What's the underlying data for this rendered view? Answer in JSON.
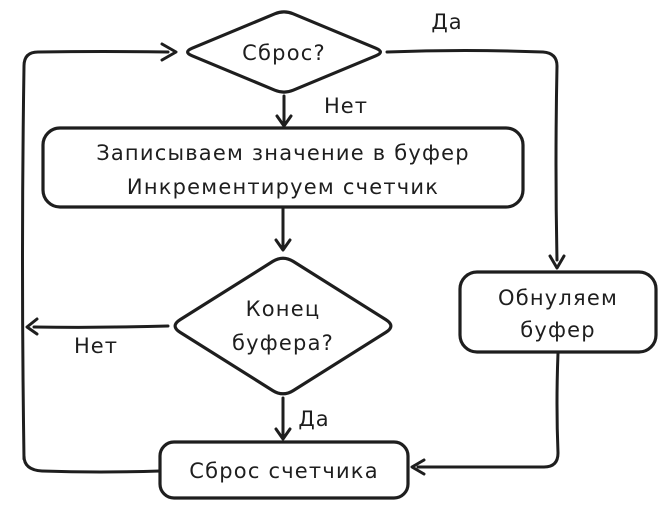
{
  "diagram": {
    "colors": {
      "background": "#ffffff",
      "stroke": "#1e1e1e",
      "text": "#1e1e1e"
    },
    "nodes": {
      "reset_decision": {
        "shape": "diamond",
        "label": "Сброс?"
      },
      "write_increment_process": {
        "shape": "rounded-rect",
        "lines": [
          "Записываем значение в буфер",
          "Инкрементируем счетчик"
        ]
      },
      "buffer_end_decision": {
        "shape": "diamond",
        "lines": [
          "Конец",
          "буфера?"
        ]
      },
      "clear_buffer_process": {
        "shape": "rounded-rect",
        "lines": [
          "Обнуляем",
          "буфер"
        ]
      },
      "counter_reset_process": {
        "shape": "rounded-rect",
        "label": "Сброс счетчика"
      }
    },
    "edge_labels": {
      "reset_yes": "Да",
      "reset_no": "Нет",
      "buffer_end_no": "Нет",
      "buffer_end_yes": "Да"
    }
  }
}
